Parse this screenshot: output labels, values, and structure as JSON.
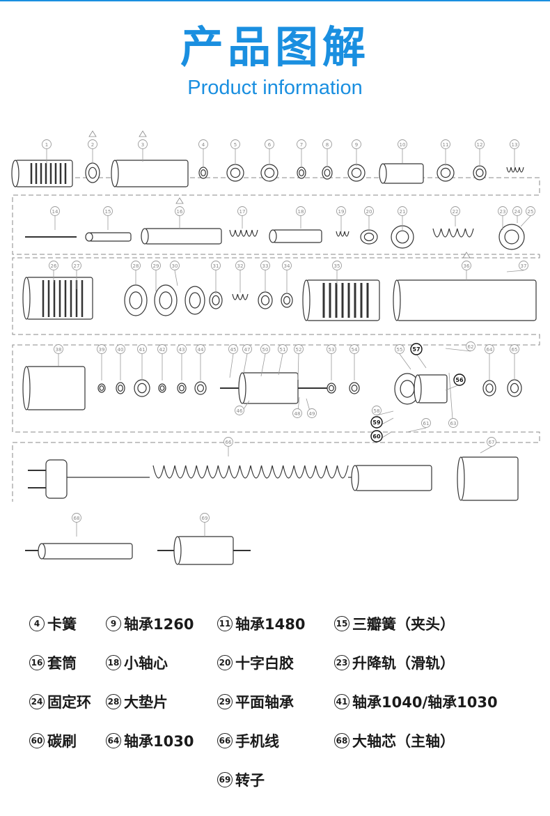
{
  "title": "产品图解",
  "subtitle": "Product information",
  "colors": {
    "accent": "#1a8fe0",
    "line": "#777777",
    "label": "#999999",
    "bottom_bar": "#1a8fe0"
  },
  "callouts": [
    {
      "n": "1"
    },
    {
      "n": "2",
      "warn": true
    },
    {
      "n": "3",
      "warn": true
    },
    {
      "n": "4"
    },
    {
      "n": "5"
    },
    {
      "n": "6"
    },
    {
      "n": "7"
    },
    {
      "n": "8"
    },
    {
      "n": "9"
    },
    {
      "n": "10"
    },
    {
      "n": "11"
    },
    {
      "n": "12"
    },
    {
      "n": "13"
    },
    {
      "n": "14"
    },
    {
      "n": "15"
    },
    {
      "n": "16",
      "warn": true
    },
    {
      "n": "17"
    },
    {
      "n": "18"
    },
    {
      "n": "19"
    },
    {
      "n": "20"
    },
    {
      "n": "21"
    },
    {
      "n": "22"
    },
    {
      "n": "23"
    },
    {
      "n": "24"
    },
    {
      "n": "25"
    },
    {
      "n": "26"
    },
    {
      "n": "27"
    },
    {
      "n": "28"
    },
    {
      "n": "29"
    },
    {
      "n": "30"
    },
    {
      "n": "31"
    },
    {
      "n": "32"
    },
    {
      "n": "33"
    },
    {
      "n": "34"
    },
    {
      "n": "35"
    },
    {
      "n": "36",
      "warn": true
    },
    {
      "n": "37"
    },
    {
      "n": "38"
    },
    {
      "n": "39"
    },
    {
      "n": "40"
    },
    {
      "n": "41"
    },
    {
      "n": "42"
    },
    {
      "n": "43"
    },
    {
      "n": "44"
    },
    {
      "n": "45"
    },
    {
      "n": "47"
    },
    {
      "n": "50"
    },
    {
      "n": "51"
    },
    {
      "n": "52"
    },
    {
      "n": "53"
    },
    {
      "n": "54"
    },
    {
      "n": "55"
    },
    {
      "n": "57"
    },
    {
      "n": "62"
    },
    {
      "n": "64"
    },
    {
      "n": "65"
    },
    {
      "n": "46"
    },
    {
      "n": "48"
    },
    {
      "n": "49"
    },
    {
      "n": "56"
    },
    {
      "n": "58"
    },
    {
      "n": "59"
    },
    {
      "n": "60"
    },
    {
      "n": "61"
    },
    {
      "n": "63"
    },
    {
      "n": "66"
    },
    {
      "n": "67"
    },
    {
      "n": "68"
    },
    {
      "n": "69"
    }
  ],
  "legend": [
    {
      "num": "4",
      "label": "卡簧"
    },
    {
      "num": "9",
      "label": "轴承1260"
    },
    {
      "num": "11",
      "label": "轴承1480"
    },
    {
      "num": "15",
      "label": "三瓣簧（夹头）"
    },
    {
      "num": "16",
      "label": "套筒"
    },
    {
      "num": "18",
      "label": "小轴心"
    },
    {
      "num": "20",
      "label": "十字白胶"
    },
    {
      "num": "23",
      "label": "升降轨（滑轨）"
    },
    {
      "num": "24",
      "label": "固定环"
    },
    {
      "num": "28",
      "label": "大垫片"
    },
    {
      "num": "29",
      "label": "平面轴承"
    },
    {
      "num": "41",
      "label": "轴承1040/轴承1030"
    },
    {
      "num": "60",
      "label": "碳刷"
    },
    {
      "num": "64",
      "label": "轴承1030"
    },
    {
      "num": "66",
      "label": "手机线"
    },
    {
      "num": "68",
      "label": "大轴芯（主轴）"
    },
    {
      "num": "69",
      "label": "转子"
    }
  ]
}
